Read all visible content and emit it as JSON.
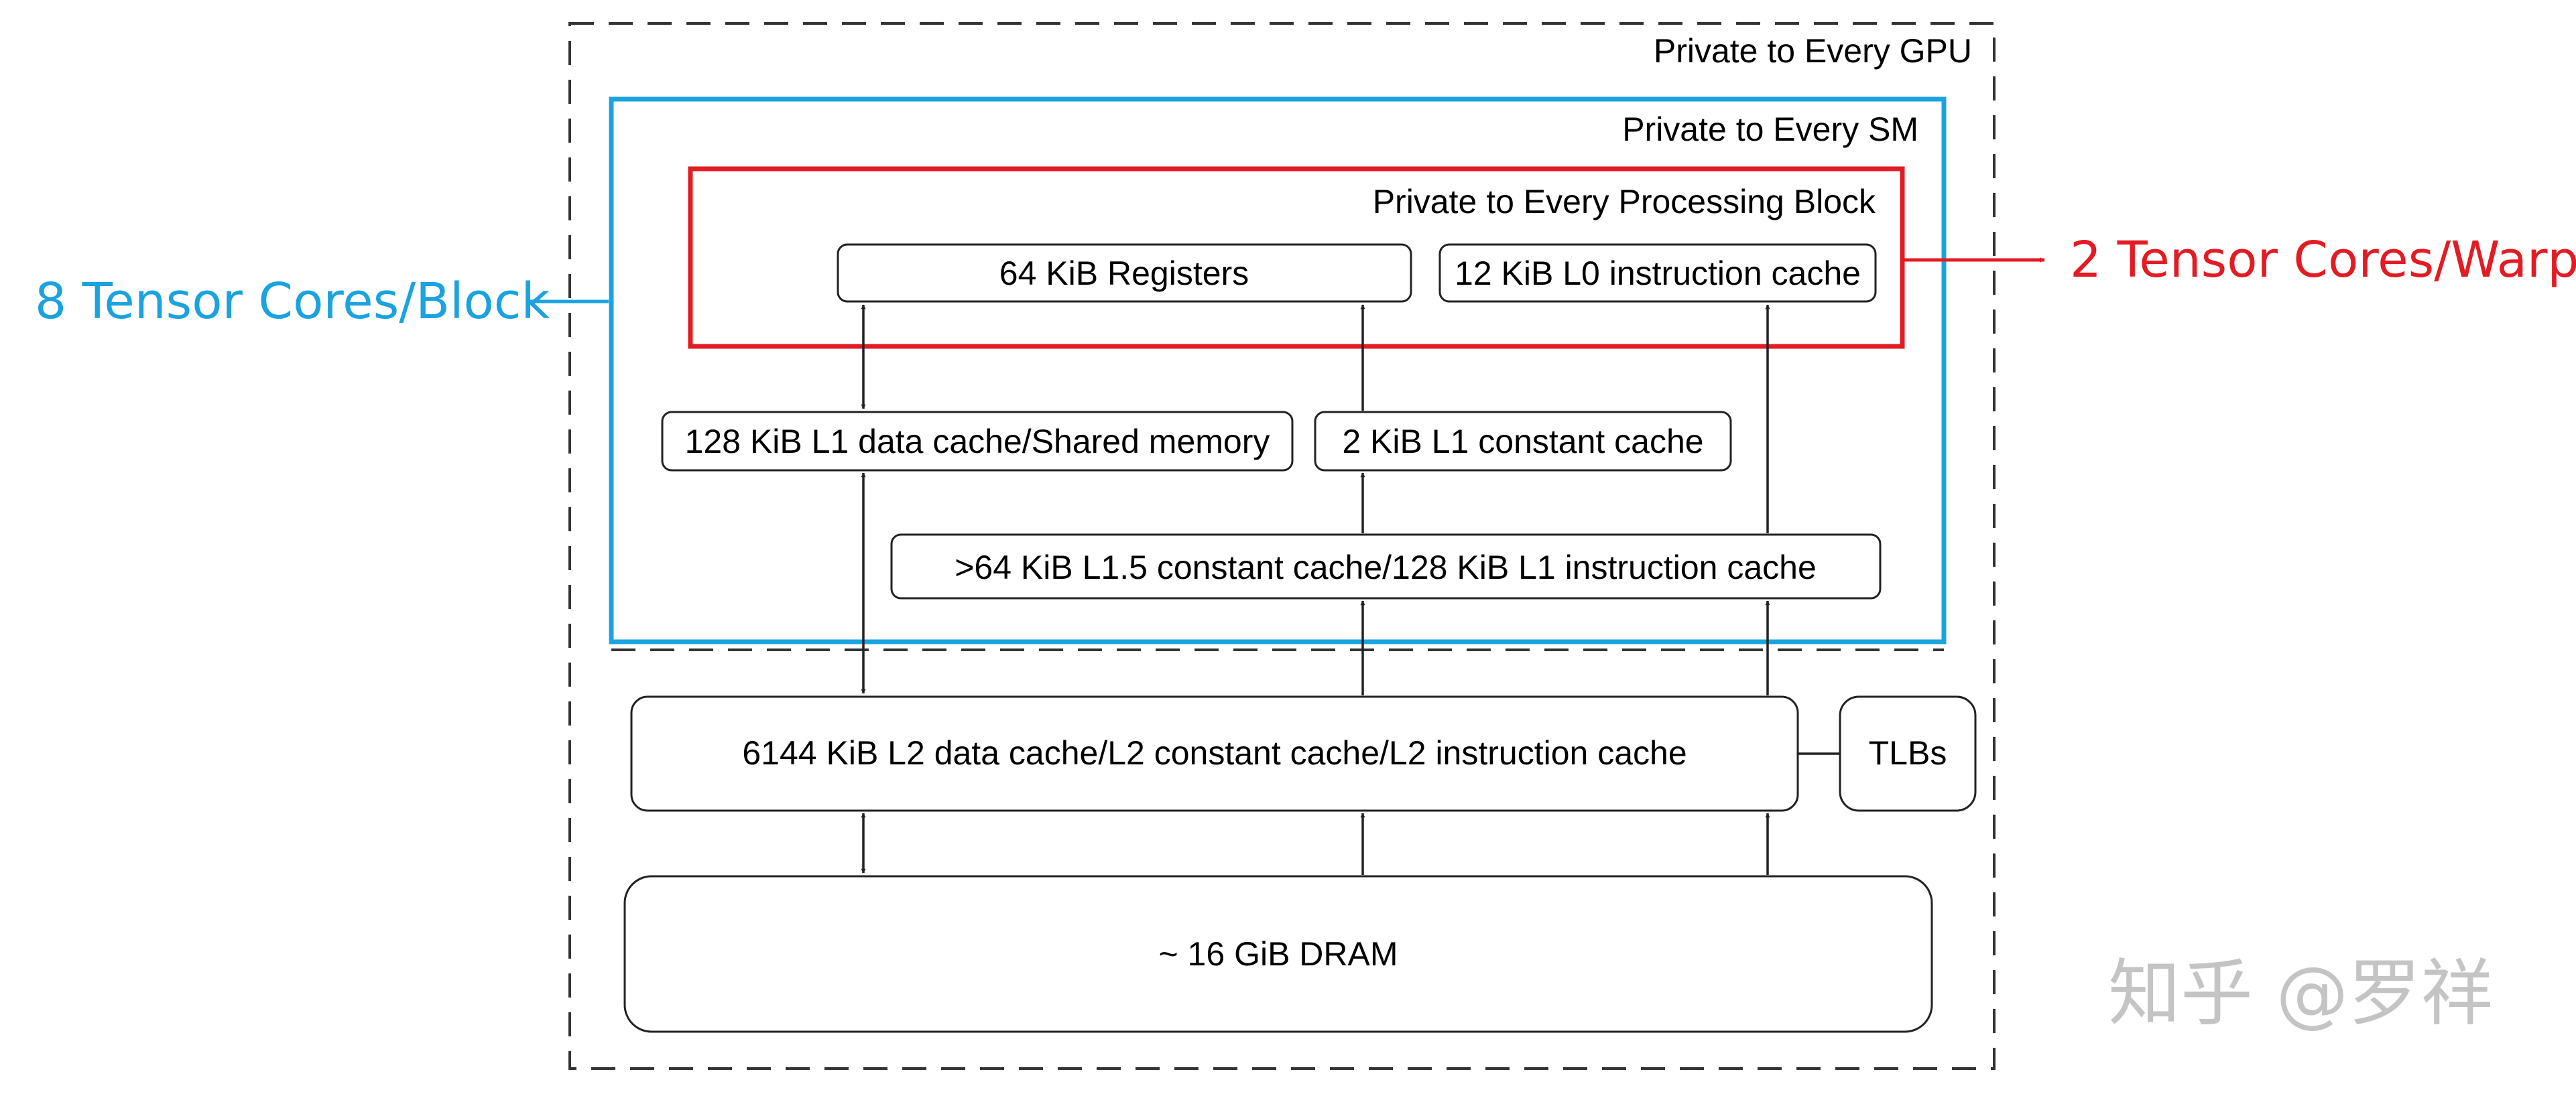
{
  "regions": {
    "gpu": {
      "title": "Private to Every GPU"
    },
    "sm": {
      "title": "Private to Every SM",
      "color": "#1aa3de"
    },
    "block": {
      "title": "Private to Every Processing Block",
      "color": "#e31b23"
    }
  },
  "boxes": {
    "registers": "64 KiB Registers",
    "l0_icache": "12 KiB L0 instruction cache",
    "l1_data": "128 KiB L1 data cache/Shared memory",
    "l1_const": "2 KiB L1 constant cache",
    "l15": ">64 KiB L1.5 constant cache/128 KiB L1 instruction cache",
    "l2": "6144 KiB L2 data cache/L2 constant cache/L2 instruction cache",
    "tlbs": "TLBs",
    "dram": "~ 16 GiB DRAM"
  },
  "callouts": {
    "left": {
      "text": "8 Tensor Cores/Block",
      "color": "#1aa3de"
    },
    "right": {
      "text": "2 Tensor Cores/Warp",
      "color": "#e31b23"
    }
  },
  "watermark": "知乎 @罗祥"
}
